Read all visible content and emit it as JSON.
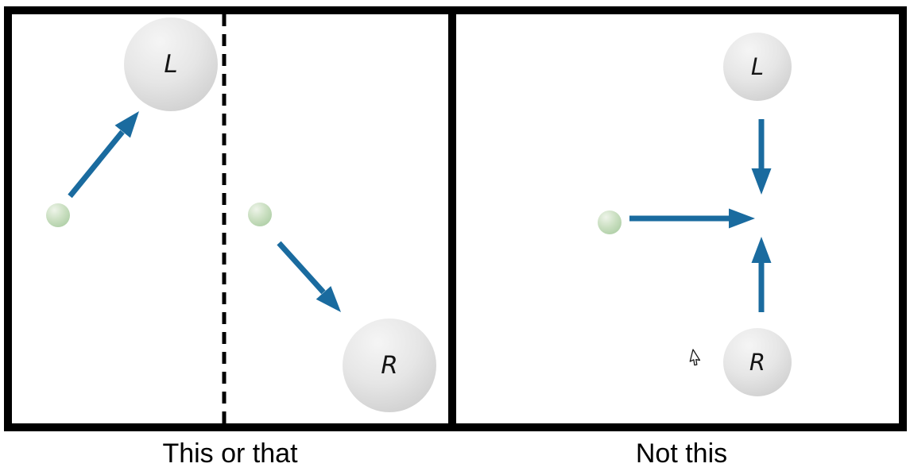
{
  "figure": {
    "type": "physics-choice-diagram",
    "panels": [
      {
        "id": "this-or-that",
        "caption": "This or that",
        "divider": "dashed-vertical-line",
        "targets": [
          {
            "label": "L"
          },
          {
            "label": "R"
          }
        ],
        "balls": 2,
        "arrows": [
          "up-right-toward-L",
          "down-right-toward-R"
        ]
      },
      {
        "id": "not-this",
        "caption": "Not this",
        "targets": [
          {
            "label": "L"
          },
          {
            "label": "R"
          }
        ],
        "balls": 1,
        "arrows": [
          "down-from-L",
          "right-from-ball",
          "up-from-R"
        ]
      }
    ],
    "colors": {
      "arrow_blue": "#1a6b9f",
      "border_black": "#000000",
      "ball_green": "#bdd8b4",
      "target_gray": "#dcdcdc",
      "caption_text": "#000000"
    }
  },
  "cursor": {
    "type": "arrow-pointer"
  }
}
